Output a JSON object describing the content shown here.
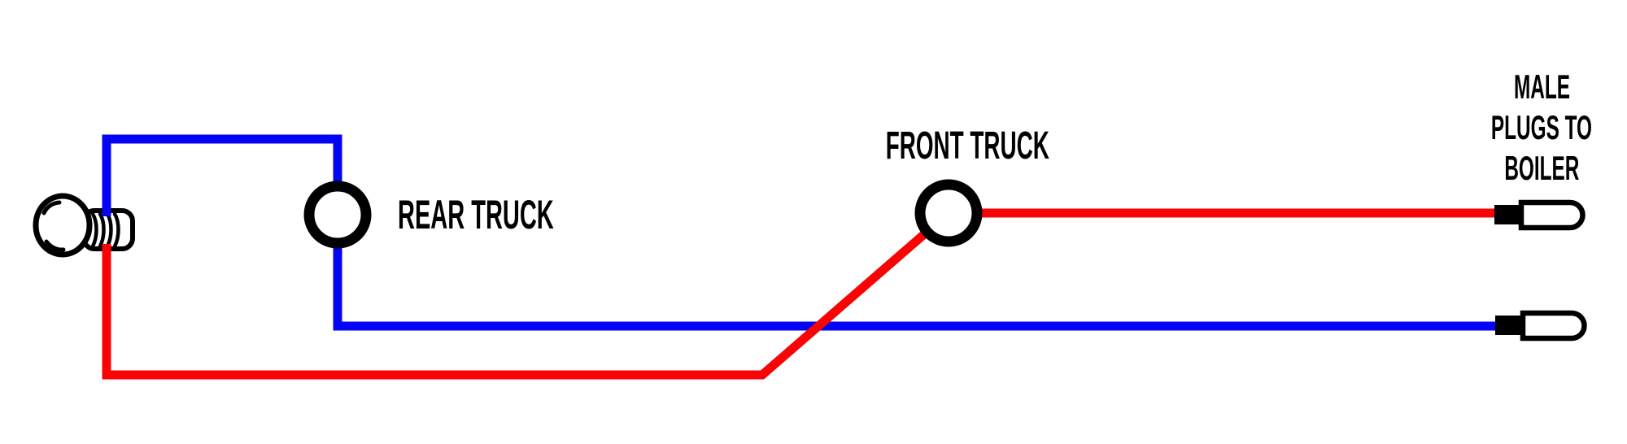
{
  "labels": {
    "rear_truck": "REAR TRUCK",
    "front_truck": "FRONT TRUCK",
    "plug_note_lines": [
      "MALE",
      "PLUGS TO",
      "BOILER"
    ]
  },
  "colors": {
    "wire_red": "#f80404",
    "wire_blue": "#0404f4",
    "ink": "#000000",
    "background": "#ffffff"
  },
  "components": {
    "bulb": "light-bulb",
    "rear_truck_node": "circle-node",
    "front_truck_node": "circle-node",
    "red_plug": "male-plug",
    "blue_plug": "male-plug"
  }
}
